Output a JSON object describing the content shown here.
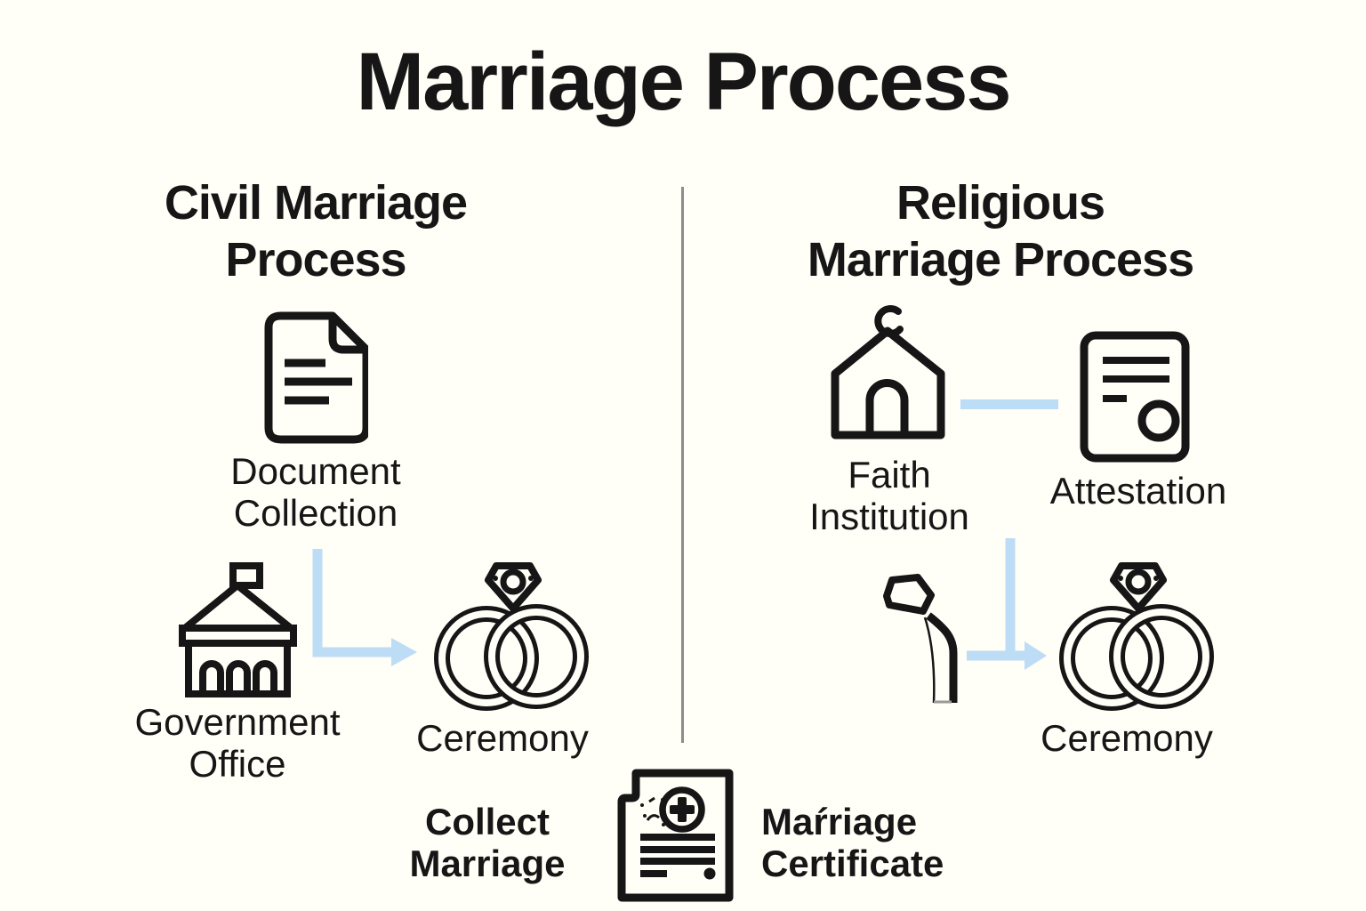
{
  "title": "Marriage Process",
  "columns": {
    "civil": {
      "header_line1": "Civil Marriage",
      "header_line2": "Process",
      "steps": {
        "document_collection": {
          "line1": "Document",
          "line2": "Collection",
          "icon": "document-icon"
        },
        "government_office": {
          "line1": "Government",
          "line2": "Office",
          "icon": "government-building-icon"
        },
        "ceremony": {
          "label": "Ceremony",
          "icon": "wedding-rings-icon"
        }
      }
    },
    "religious": {
      "header_line1": "Religious",
      "header_line2": "Marriage Process",
      "steps": {
        "faith_institution": {
          "line1": "Faith",
          "line2": "Institution",
          "icon": "mosque-icon"
        },
        "attestation": {
          "label": "Attestation",
          "icon": "stamped-certificate-icon"
        },
        "officiant": {
          "icon": "officiant-figure-icon"
        },
        "ceremony": {
          "label": "Ceremony",
          "icon": "wedding-rings-icon"
        }
      }
    }
  },
  "footer": {
    "collect_line1": "Collect",
    "collect_line2": "Marriage",
    "certificate_line1": "Maŕriage",
    "certificate_line2": "Certificate",
    "icon": "marriage-certificate-icon"
  },
  "colors": {
    "background": "#FFFEF7",
    "ink": "#161616",
    "arrow": "#BDDCF5",
    "divider": "#8D8D8D"
  }
}
